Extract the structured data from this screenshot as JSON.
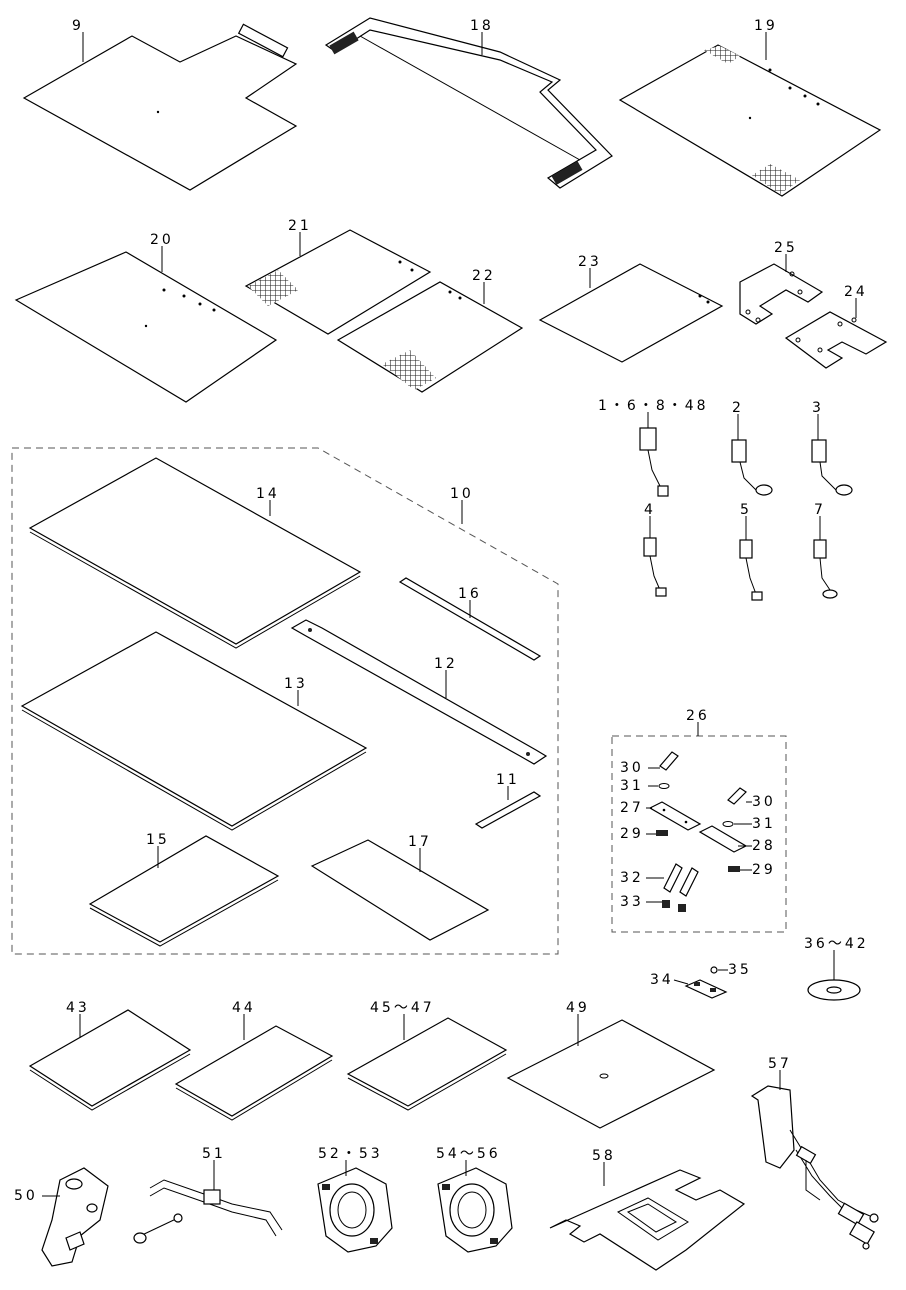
{
  "callouts": {
    "p9": "9",
    "p18": "18",
    "p19": "19",
    "p20": "20",
    "p21": "21",
    "p22": "22",
    "p23": "23",
    "p25": "25",
    "p24": "24",
    "p1_6_8_48": "1・6・8・48",
    "p2": "2",
    "p3": "3",
    "p4": "4",
    "p5": "5",
    "p7": "7",
    "p14": "14",
    "p10": "10",
    "p16": "16",
    "p12": "12",
    "p13": "13",
    "p11": "11",
    "p15": "15",
    "p17": "17",
    "p26": "26",
    "p30a": "30",
    "p31a": "31",
    "p27": "27",
    "p30b": "30",
    "p31b": "31",
    "p29a": "29",
    "p28": "28",
    "p32": "32",
    "p29b": "29",
    "p33": "33",
    "p36_42": "36～42",
    "p34": "34",
    "p35": "35",
    "p43": "43",
    "p44": "44",
    "p45_47": "45～47",
    "p49": "49",
    "p57": "57",
    "p50": "50",
    "p51": "51",
    "p52_53": "52・53",
    "p54_56": "54～56",
    "p58": "58"
  },
  "colors": {
    "line": "#000000",
    "dash": "#555555",
    "background": "#ffffff"
  }
}
